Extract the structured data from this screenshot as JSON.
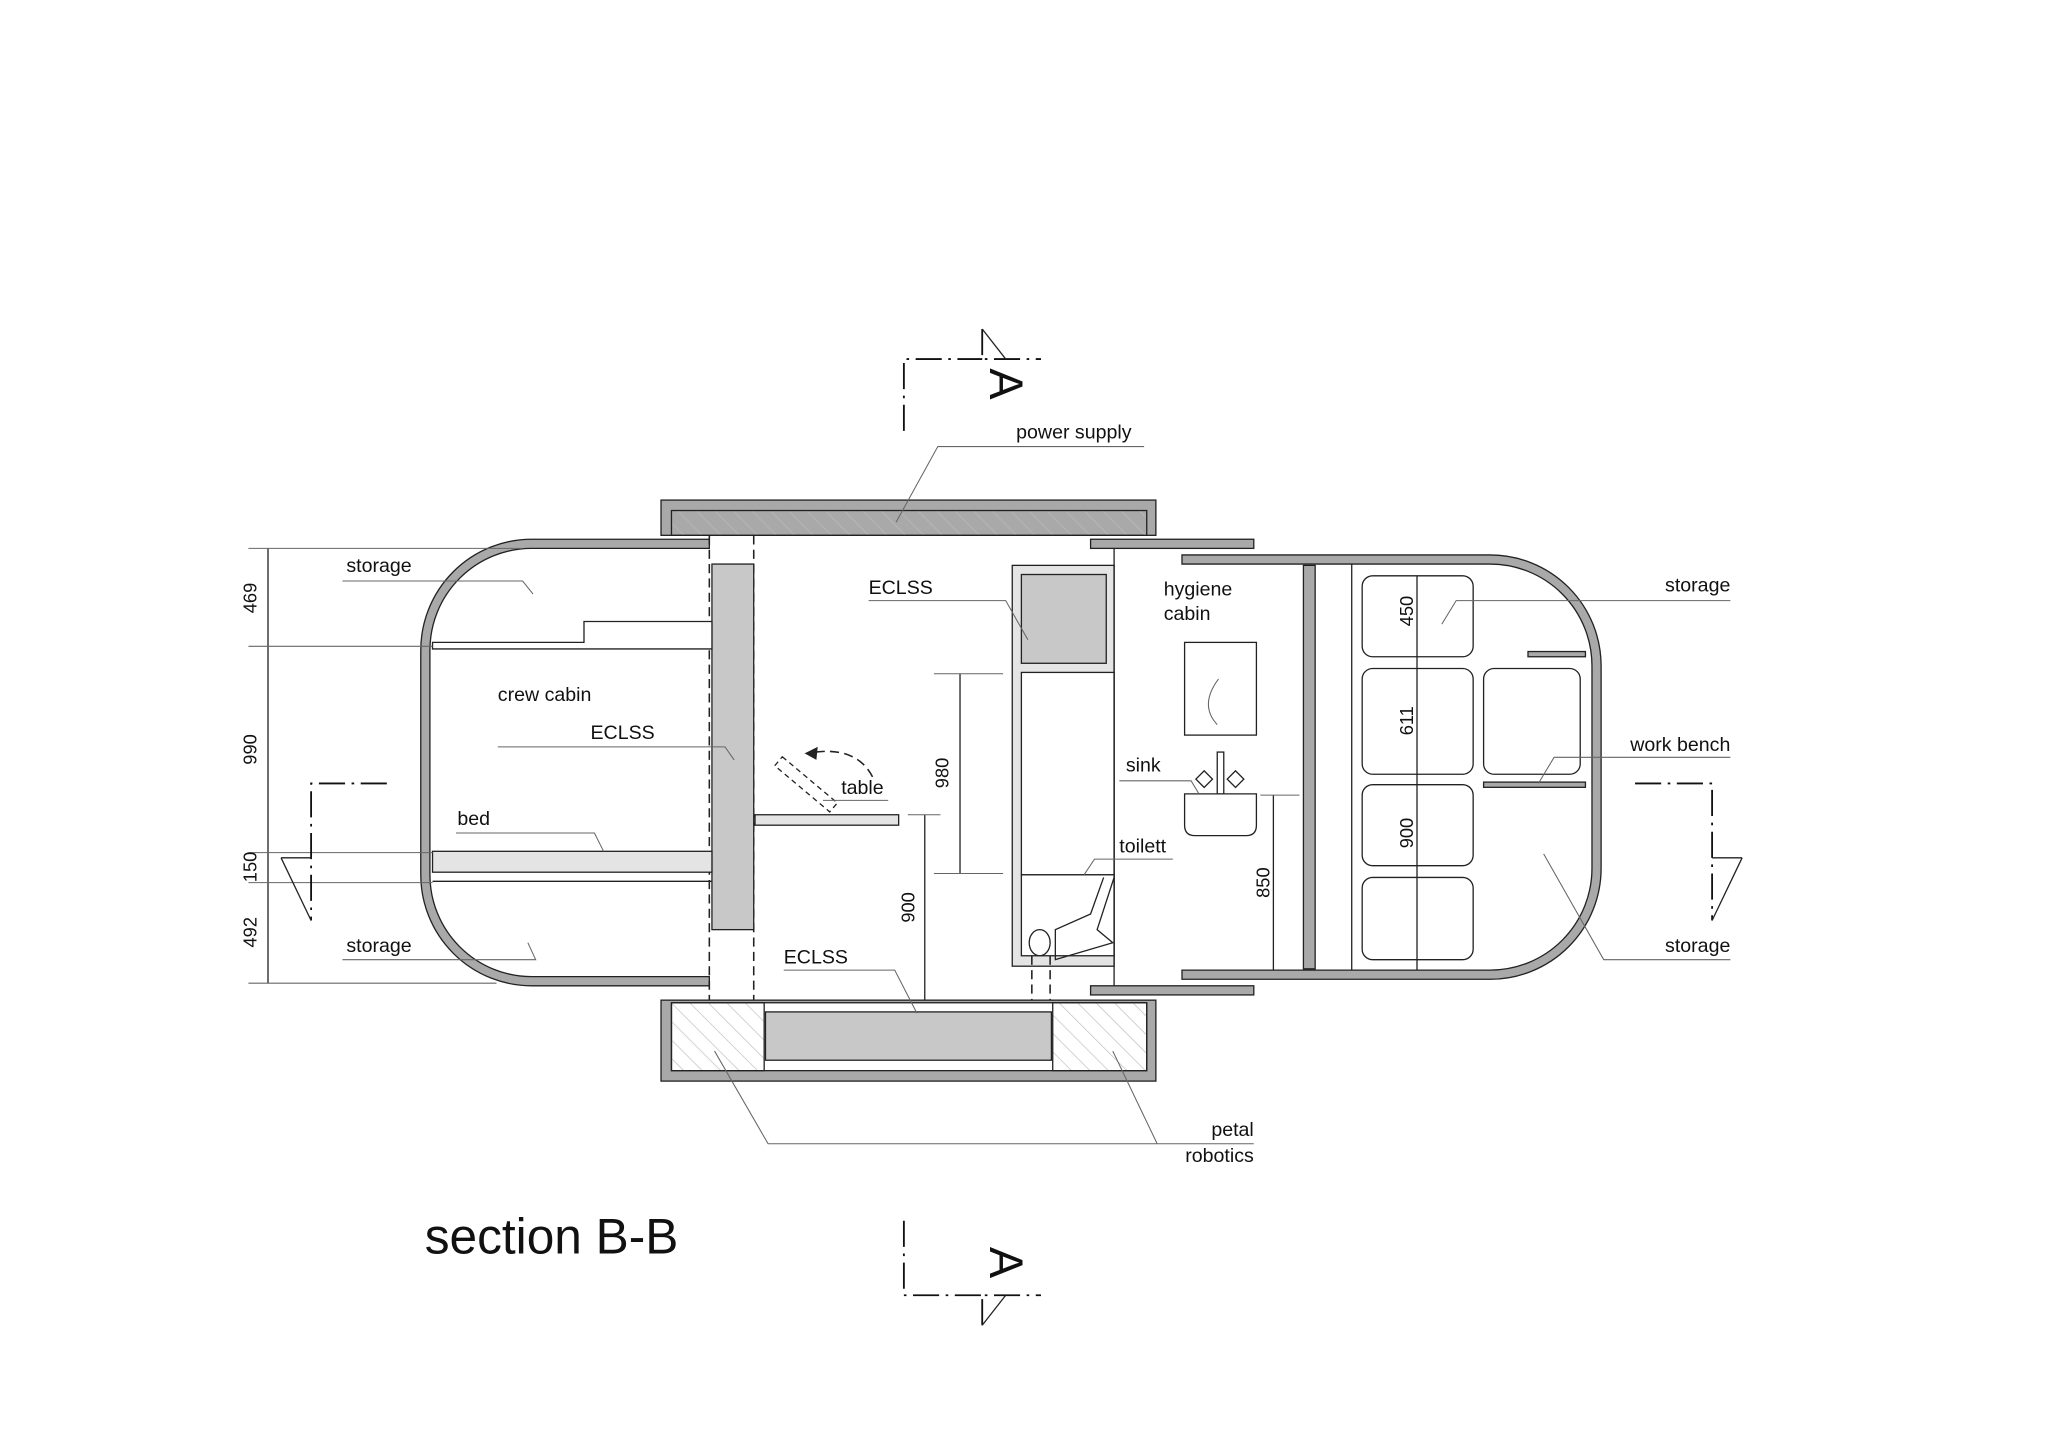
{
  "title": "section B-B",
  "section_marker": "A",
  "labels": {
    "storage_top_left": "storage",
    "crew_cabin": "crew cabin",
    "eclss_wall": "ECLSS",
    "bed": "bed",
    "storage_bottom_left": "storage",
    "power_supply": "power supply",
    "eclss_top": "ECLSS",
    "table": "table",
    "eclss_bottom": "ECLSS",
    "hygiene_line1": "hygiene",
    "hygiene_line2": "cabin",
    "sink": "sink",
    "toilett": "toilett",
    "storage_top_right": "storage",
    "work_bench": "work bench",
    "storage_bottom_right": "storage",
    "petal_line1": "petal",
    "petal_line2": "robotics"
  },
  "dimensions": {
    "left": [
      "469",
      "990",
      "150",
      "492"
    ],
    "table_upper": "980",
    "table_lower": "900",
    "sink": "850",
    "storage": [
      "450",
      "611",
      "900"
    ]
  }
}
